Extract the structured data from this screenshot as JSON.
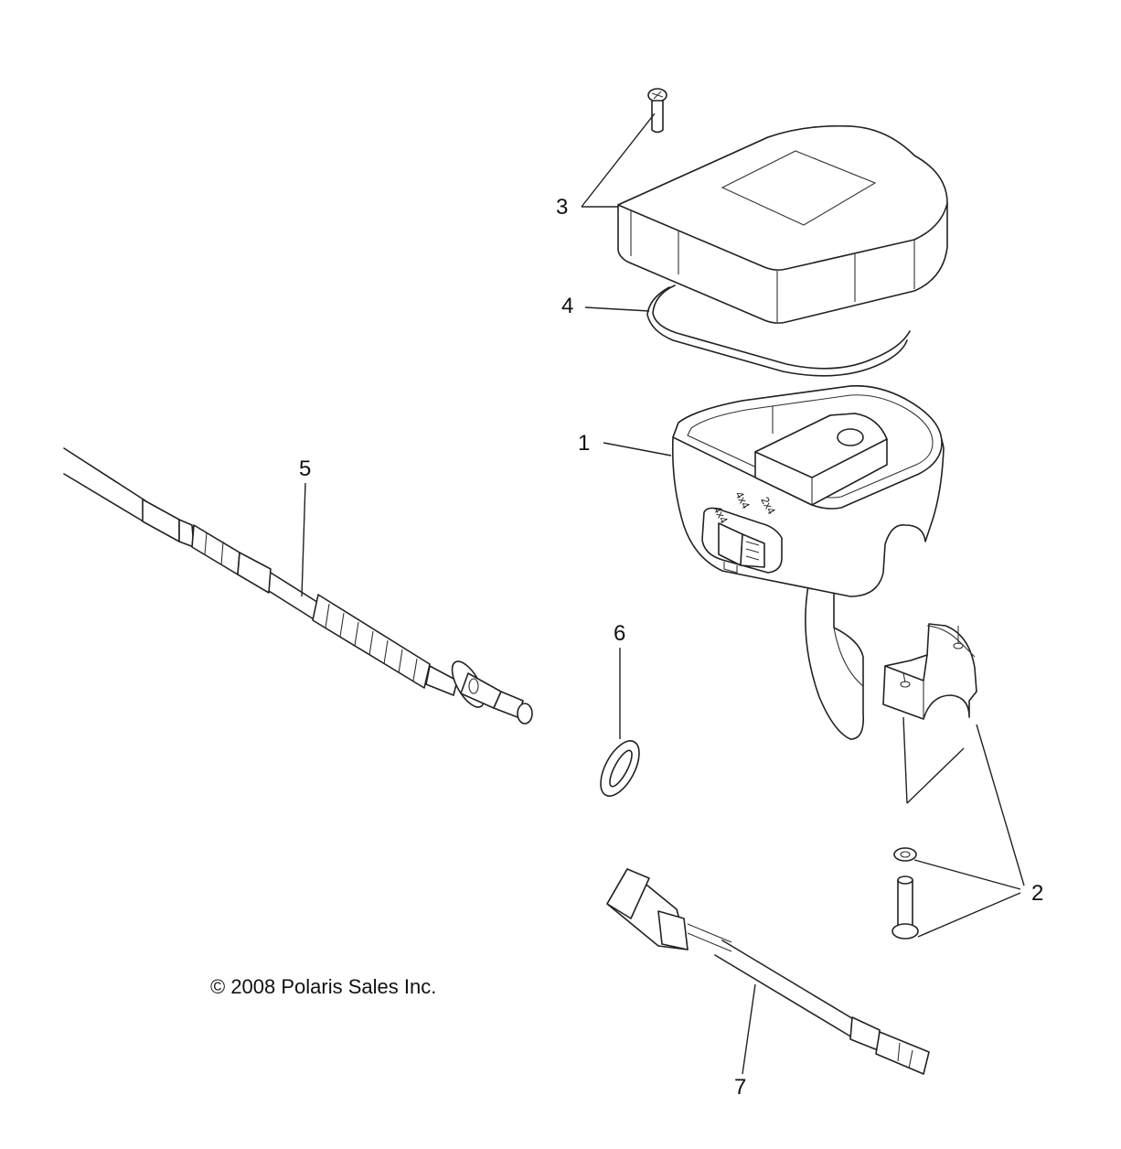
{
  "callouts": {
    "c1": "1",
    "c2": "2",
    "c3": "3",
    "c4": "4",
    "c5": "5",
    "c6": "6",
    "c7": "7"
  },
  "switch_labels": {
    "awd": "4x4",
    "four_by_two": "4x4",
    "two_wd": "2x4"
  },
  "copyright": "© 2008 Polaris Sales Inc."
}
